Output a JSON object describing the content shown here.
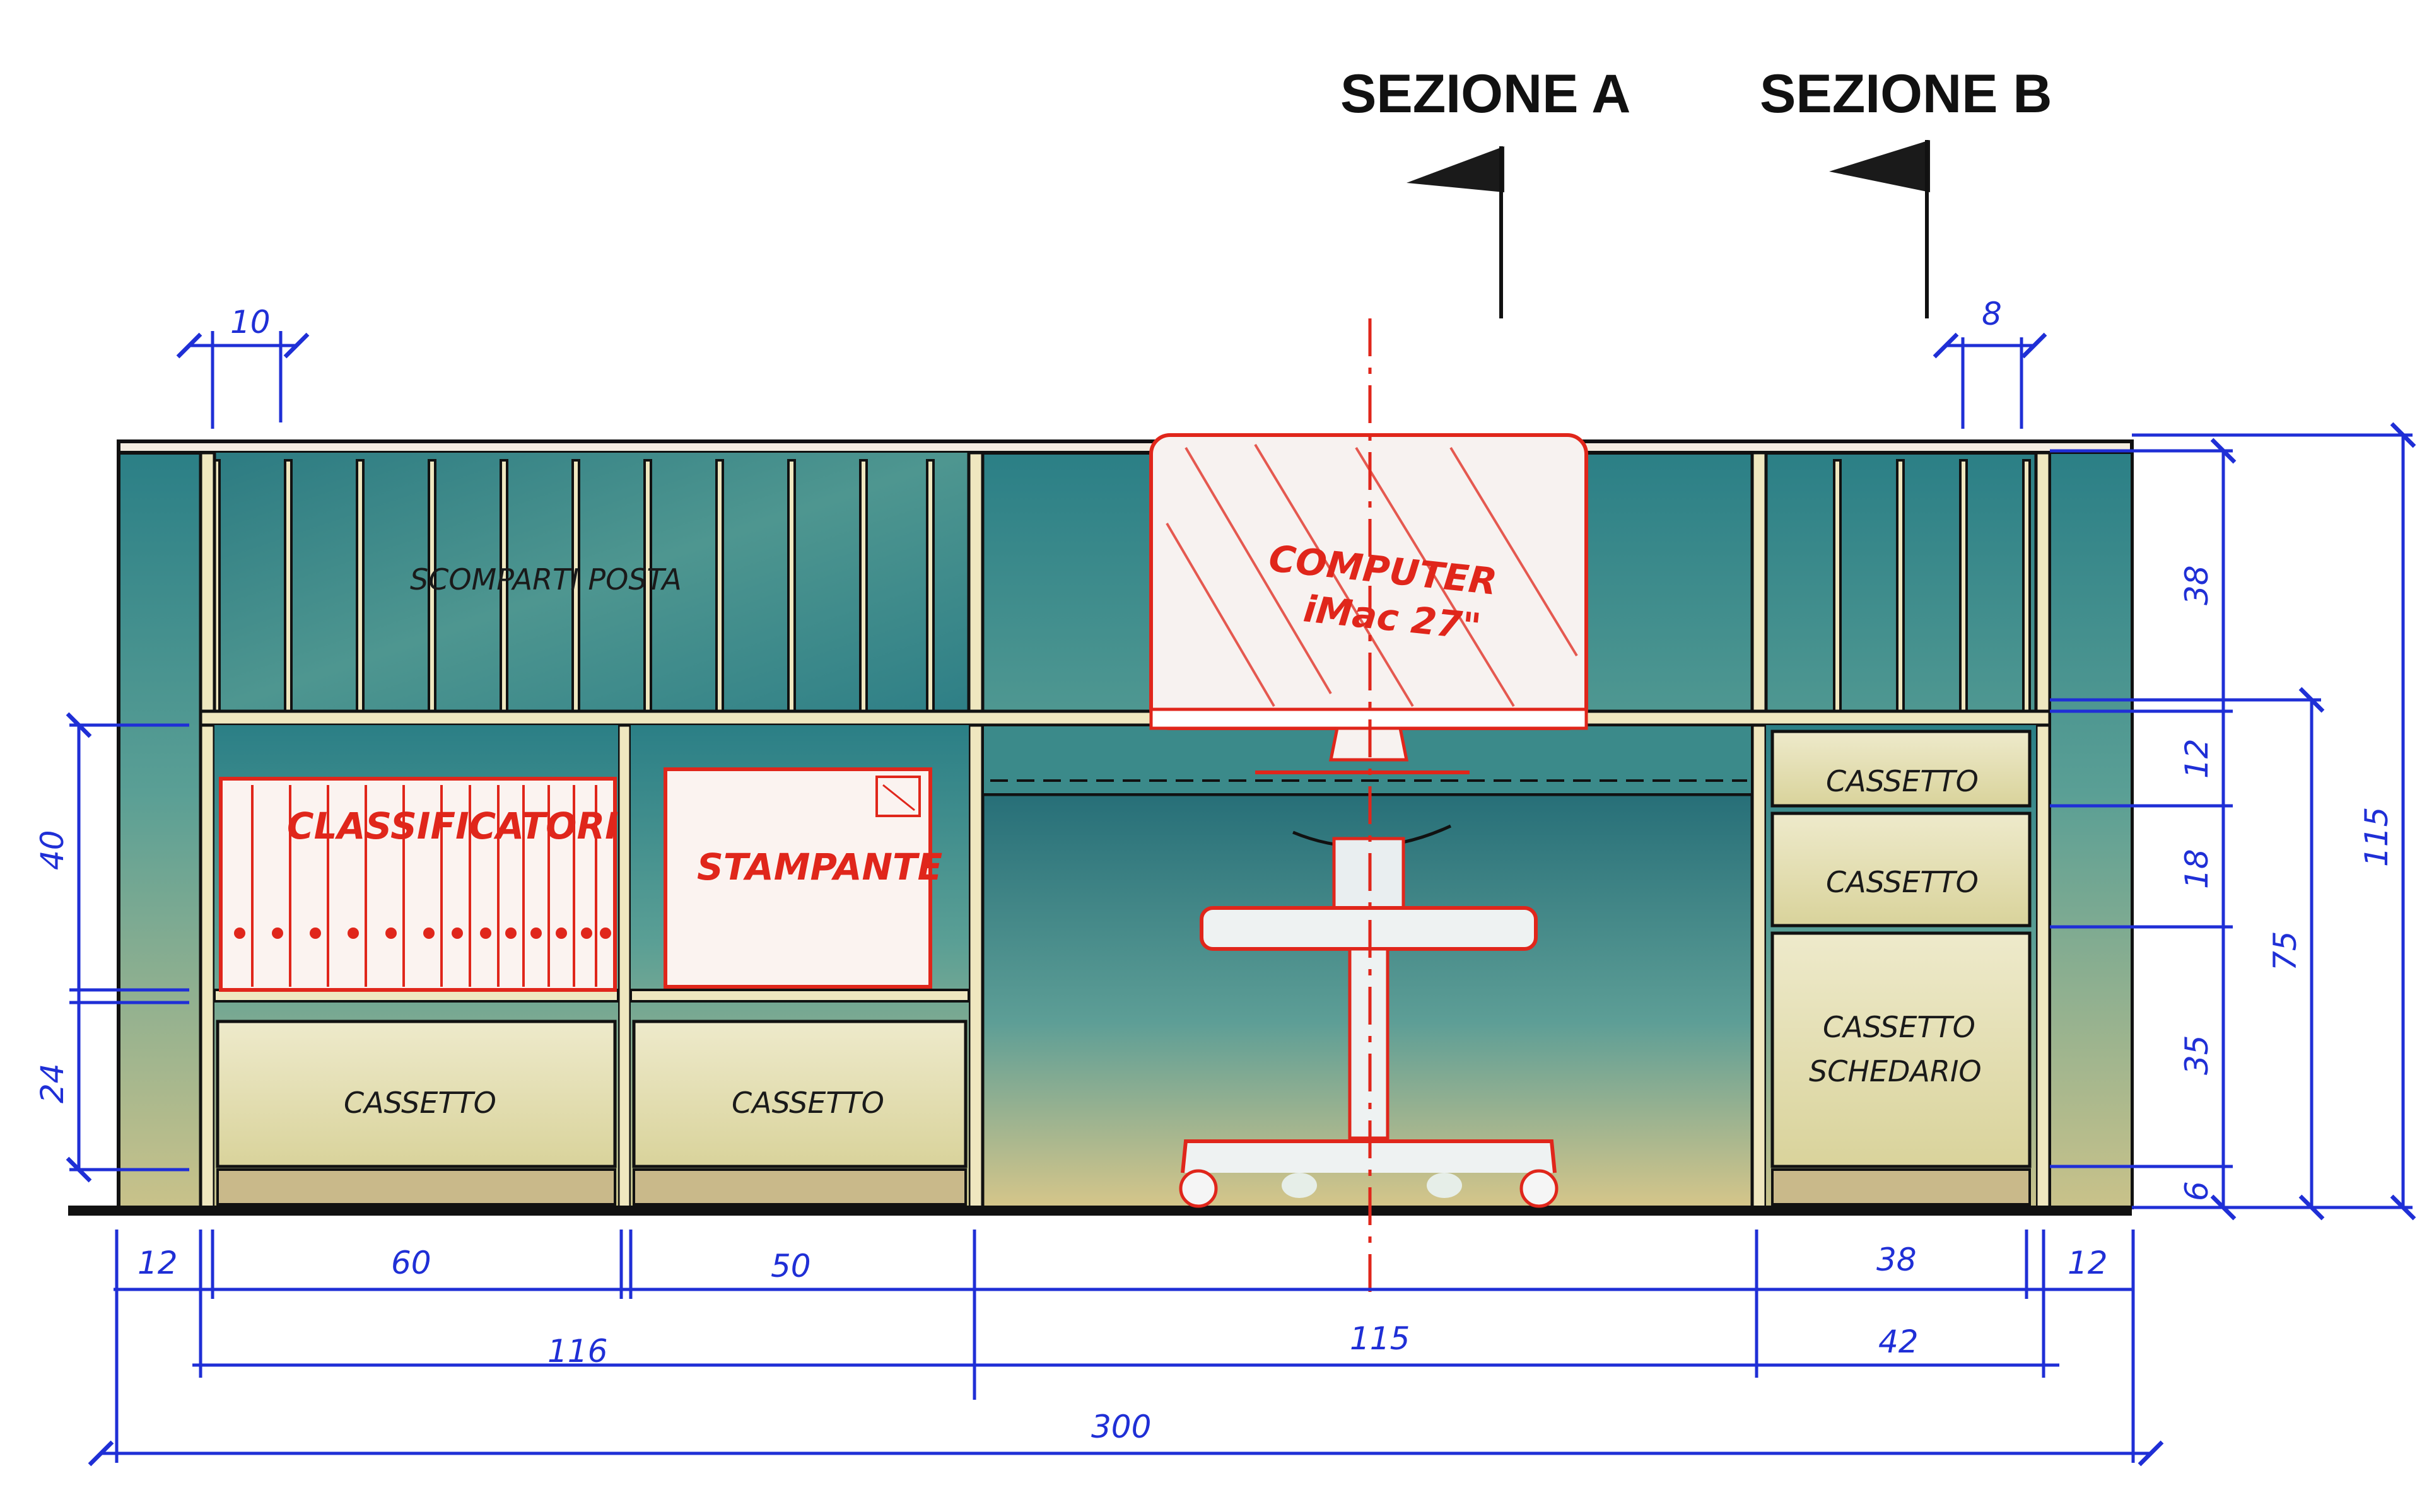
{
  "sections": {
    "a": "SEZIONE A",
    "b": "SEZIONE B"
  },
  "labels": {
    "scomparti_posta": "SCOMPARTI POSTA",
    "computer_line1": "COMPUTER",
    "computer_line2": "iMac 27\"",
    "classificatori": "CLASSIFICATORI",
    "stampante": "STAMPANTE",
    "cassetto_left": "CASSETTO",
    "cassetto_mid": "CASSETTO",
    "cassetto_r1": "CASSETTO",
    "cassetto_r2": "CASSETTO",
    "cassetto_r3_line1": "CASSETTO",
    "cassetto_r3_line2": "SCHEDARIO"
  },
  "dimensions": {
    "top_left": "10",
    "top_right": "8",
    "left_40": "40",
    "left_24": "24",
    "right_38": "38",
    "right_12": "12",
    "right_18": "18",
    "right_35": "35",
    "right_6": "6",
    "right_75": "75",
    "right_115": "115",
    "bottom_12_left": "12",
    "bottom_60": "60",
    "bottom_50": "50",
    "bottom_38": "38",
    "bottom_12_right": "12",
    "bottom_116": "116",
    "bottom_115": "115",
    "bottom_42": "42",
    "bottom_300": "300"
  },
  "colors": {
    "dimension": "#1f2fd6",
    "equipment": "#e0261b",
    "panel_teal": "#2f8a8d",
    "panel_cream": "#e6e2b6"
  }
}
